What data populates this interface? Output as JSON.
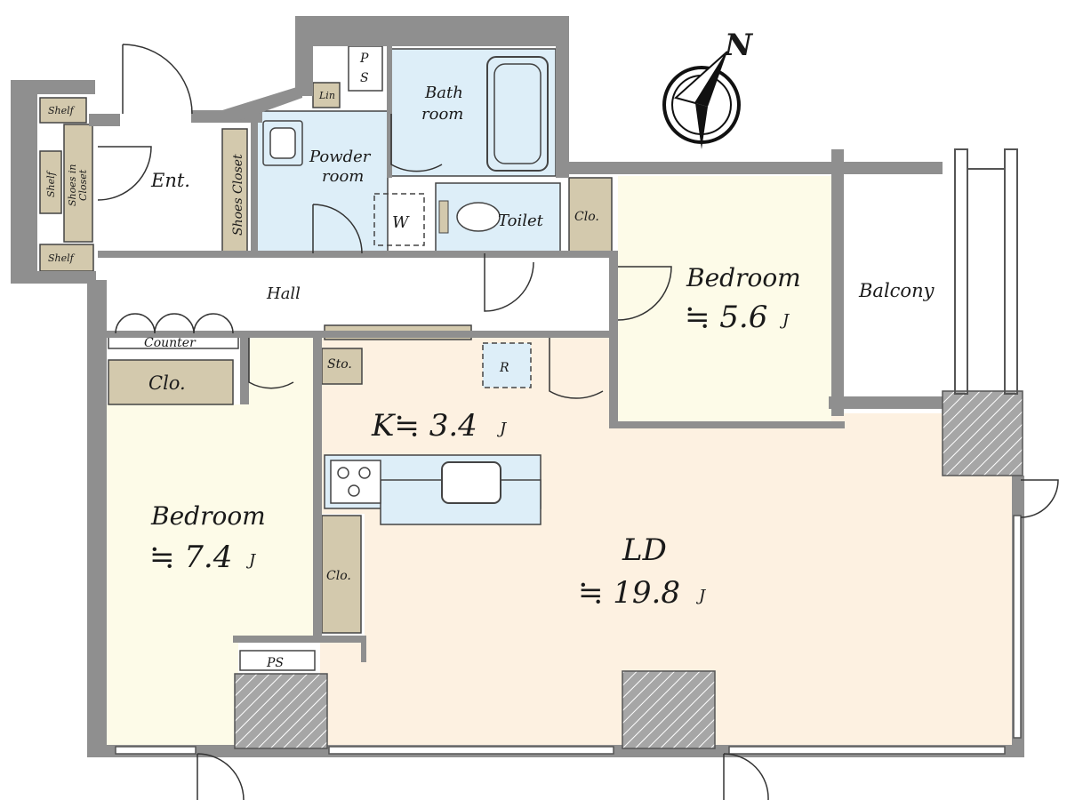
{
  "colors": {
    "wall": "#8f8f8f",
    "pillar": "#a6a6a6",
    "ld": "#fdf1e1",
    "bedroom": "#fdfbe8",
    "wet": "#ddeef8",
    "storage": "#d3c9ad",
    "outline": "#444444"
  },
  "compass": {
    "label": "N"
  },
  "rooms": {
    "entrance": "Ent.",
    "shoes_closet": "Shoes Closet",
    "shoes_in_closet_1": "Shoes in",
    "shoes_in_closet_2": "Closet",
    "shelf_top": "Shelf",
    "shelf_mid": "Shelf",
    "shelf_bottom": "Shelf",
    "ps_top_1": "P",
    "ps_top_2": "S",
    "linen": "Lin",
    "bath_1": "Bath",
    "bath_2": "room",
    "powder_1": "Powder",
    "powder_2": "room",
    "washer": "W",
    "toilet": "Toilet",
    "closet_toilet": "Clo.",
    "hall": "Hall",
    "bedroom_right_label": "Bedroom",
    "bedroom_right_area": "≒ 5.6",
    "bedroom_right_unit": "J",
    "balcony": "Balcony",
    "counter": "Counter",
    "closet_left": "Clo.",
    "storage": "Sto.",
    "refrigerator": "R",
    "kitchen_area": "K≒ 3.4",
    "kitchen_unit": "J",
    "bedroom_left_label": "Bedroom",
    "bedroom_left_area": "≒ 7.4",
    "bedroom_left_unit": "J",
    "closet_bedroom": "Clo.",
    "ps_bottom": "PS",
    "ld_label": "LD",
    "ld_area": "≒ 19.8",
    "ld_unit": "J"
  }
}
